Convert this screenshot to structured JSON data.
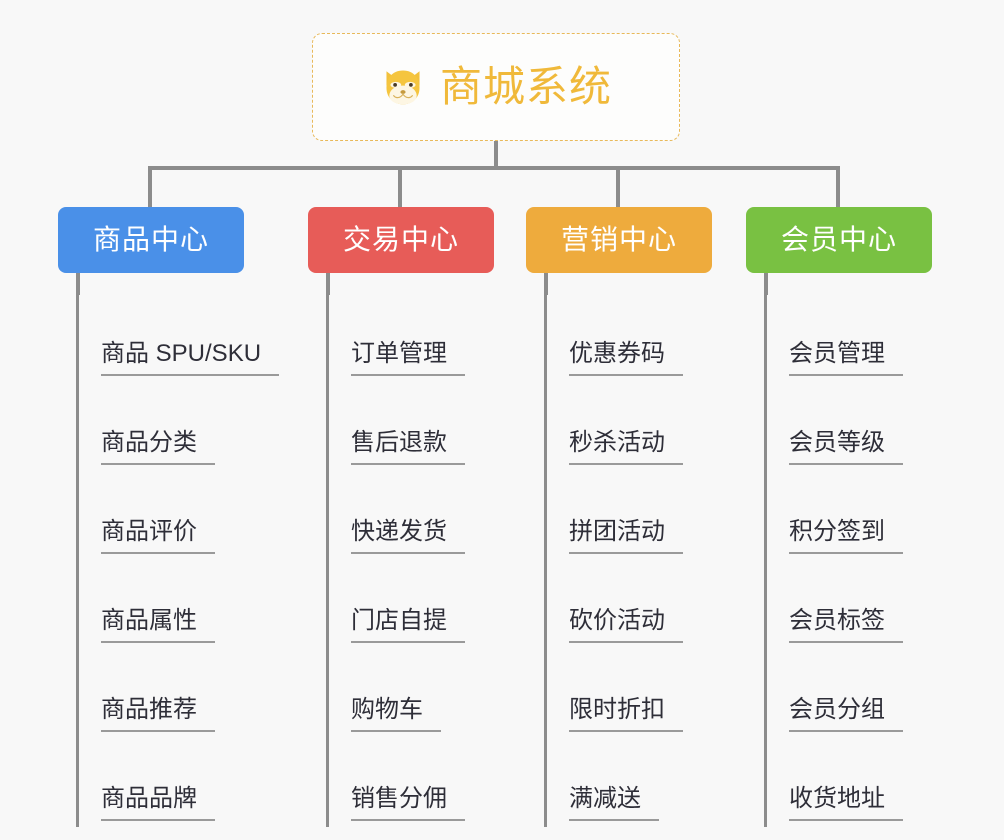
{
  "background_color": "#f8f8f8",
  "root": {
    "title": "商城系统",
    "icon": "shiba-dog-face-icon",
    "emoji": "🐶",
    "text_color": "#f0b93a",
    "border_color": "#e8b95a"
  },
  "connector_color": "#8c8c8c",
  "columns": [
    {
      "name": "product-center",
      "label": "商品中心",
      "color": "#4a90e8",
      "items": [
        {
          "label": "商品 SPU/SKU"
        },
        {
          "label": "商品分类"
        },
        {
          "label": "商品评价"
        },
        {
          "label": "商品属性"
        },
        {
          "label": "商品推荐"
        },
        {
          "label": "商品品牌"
        }
      ]
    },
    {
      "name": "trade-center",
      "label": "交易中心",
      "color": "#e75c58",
      "items": [
        {
          "label": "订单管理"
        },
        {
          "label": "售后退款"
        },
        {
          "label": "快递发货"
        },
        {
          "label": "门店自提"
        },
        {
          "label": "购物车"
        },
        {
          "label": "销售分佣"
        }
      ]
    },
    {
      "name": "marketing-center",
      "label": "营销中心",
      "color": "#eeab3d",
      "items": [
        {
          "label": "优惠券码"
        },
        {
          "label": "秒杀活动"
        },
        {
          "label": "拼团活动"
        },
        {
          "label": "砍价活动"
        },
        {
          "label": "限时折扣"
        },
        {
          "label": "满减送"
        }
      ]
    },
    {
      "name": "member-center",
      "label": "会员中心",
      "color": "#79c142",
      "items": [
        {
          "label": "会员管理"
        },
        {
          "label": "会员等级"
        },
        {
          "label": "积分签到"
        },
        {
          "label": "会员标签"
        },
        {
          "label": "会员分组"
        },
        {
          "label": "收货地址"
        }
      ]
    }
  ]
}
